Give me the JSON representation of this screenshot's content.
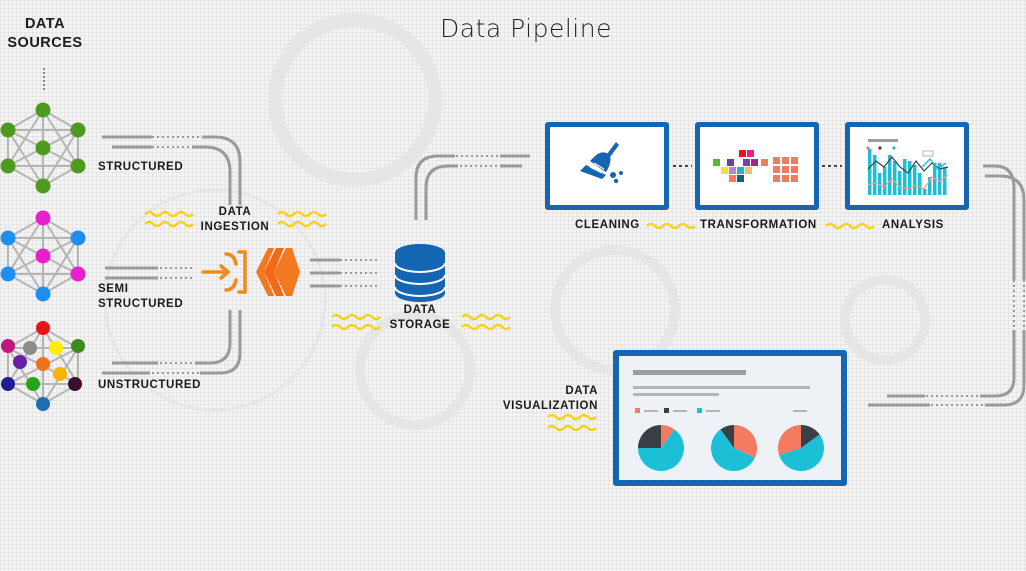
{
  "title": "Data Pipeline",
  "sources": {
    "heading": "DATA SOURCES",
    "heading_lines": [
      "DATA",
      "SOURCES"
    ],
    "items": [
      {
        "label": "STRUCTURED",
        "lines": [
          "STRUCTURED"
        ],
        "node_colors": [
          "#4e9a1e",
          "#4e9a1e",
          "#4e9a1e",
          "#4e9a1e",
          "#4e9a1e",
          "#4e9a1e",
          "#4e9a1e"
        ]
      },
      {
        "label": "SEMI STRUCTURED",
        "lines": [
          "SEMI",
          "STRUCTURED"
        ],
        "node_colors": [
          "#e61fd0",
          "#1e8ff0",
          "#1e8ff0",
          "#e61fd0",
          "#1e8ff0",
          "#e61fd0",
          "#1e8ff0"
        ]
      },
      {
        "label": "UNSTRUCTURED",
        "lines": [
          "UNSTRUCTURED"
        ],
        "node_colors": [
          "#e8131b",
          "#c0167f",
          "#8c8c8c",
          "#ffee00",
          "#3c8b1c",
          "#6a1fa8",
          "#ef7218",
          "#f7b500",
          "#1c1e93",
          "#27a21c",
          "#3b0f2c",
          "#1c6db2"
        ]
      }
    ]
  },
  "stages": {
    "ingestion": {
      "lines": [
        "DATA",
        "INGESTION"
      ]
    },
    "storage": {
      "lines": [
        "DATA",
        "STORAGE"
      ]
    },
    "cleaning": {
      "label": "CLEANING"
    },
    "transformation": {
      "label": "TRANSFORMATION"
    },
    "analysis": {
      "label": "ANALYSIS"
    },
    "visualization": {
      "lines": [
        "DATA",
        "VISUALIZATION"
      ]
    }
  },
  "colors": {
    "panel_border": "#1466b3",
    "accent_orange": "#f08a1c",
    "wave_yellow": "#f5d21e",
    "storage_blue": "#1466b3",
    "pipe_gray": "#9a9a9a",
    "pie_cyan": "#1cc0d6",
    "pie_salmon": "#f57a62",
    "pie_dark": "#3a3f46"
  },
  "icons": {
    "cleaning": "broom-icon",
    "transformation": "pixel-blocks-icon",
    "analysis": "bar-line-chart-icon",
    "storage": "database-icon",
    "ingestion": "merge-arrows-icon"
  },
  "visualization_pies": [
    {
      "slices": [
        {
          "color": "pie_salmon",
          "fraction": 0.1
        },
        {
          "color": "pie_cyan",
          "fraction": 0.65
        },
        {
          "color": "pie_dark",
          "fraction": 0.25
        }
      ]
    },
    {
      "slices": [
        {
          "color": "pie_salmon",
          "fraction": 0.32
        },
        {
          "color": "pie_cyan",
          "fraction": 0.58
        },
        {
          "color": "pie_dark",
          "fraction": 0.1
        }
      ]
    },
    {
      "slices": [
        {
          "color": "pie_dark",
          "fraction": 0.15
        },
        {
          "color": "pie_cyan",
          "fraction": 0.55
        },
        {
          "color": "pie_salmon",
          "fraction": 0.3
        }
      ]
    }
  ]
}
